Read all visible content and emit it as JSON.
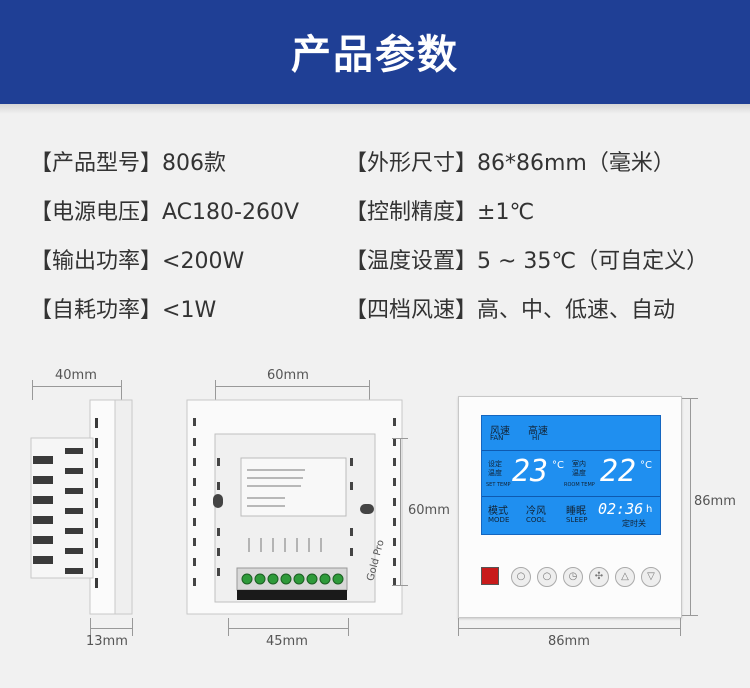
{
  "header": {
    "title": "产品参数"
  },
  "specs": [
    {
      "label": "【产品型号】",
      "value": "806款"
    },
    {
      "label": "【外形尺寸】",
      "value": "86*86mm（毫米）"
    },
    {
      "label": "【电源电压】",
      "value": "AC180-260V"
    },
    {
      "label": "【控制精度】",
      "value": "±1℃"
    },
    {
      "label": "【输出功率】",
      "value": "<200W"
    },
    {
      "label": "【温度设置】",
      "value": "5 ~ 35℃（可自定义）"
    },
    {
      "label": "【自耗功率】",
      "value": "<1W"
    },
    {
      "label": "【四档风速】",
      "value": "高、中、低速、自动"
    }
  ],
  "dimensions": {
    "side_width": "40mm",
    "side_depth": "13mm",
    "back_top": "60mm",
    "back_right": "60mm",
    "back_bottom": "45mm",
    "front_right": "86mm",
    "front_bottom": "86mm"
  },
  "display": {
    "fan_label": "风速",
    "fan_label_en": "FAN",
    "fan_value": "高速",
    "fan_value_en": "HI",
    "set_temp_label": "设定\n温度",
    "set_temp_en": "SET TEMP",
    "set_temp": "23",
    "set_unit": "°C",
    "room_temp_label": "室内\n温度",
    "room_temp_en": "ROOM TEMP",
    "room_temp": "22",
    "room_unit": "°C",
    "mode_label": "模式",
    "mode_en": "MODE",
    "mode_value": "冷风",
    "mode_value_en": "COOL",
    "sleep_label": "睡眠",
    "sleep_en": "SLEEP",
    "time": "02:36",
    "time_unit": "h",
    "timer_label": "定时关"
  },
  "back_label": {
    "brand_stamp": "Gold Pro"
  }
}
